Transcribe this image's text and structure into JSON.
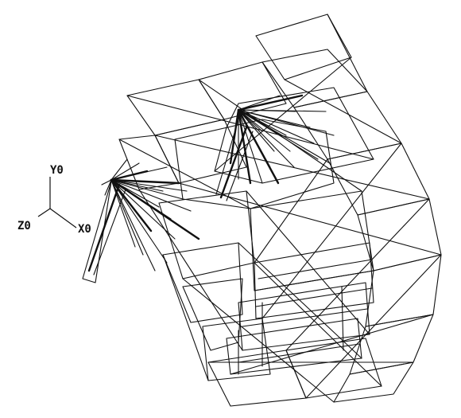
{
  "axis_labels": {
    "y": "Y0",
    "z": "Z0",
    "x": "X0"
  },
  "colors": {
    "background": "#ffffff",
    "line": "#111111"
  }
}
